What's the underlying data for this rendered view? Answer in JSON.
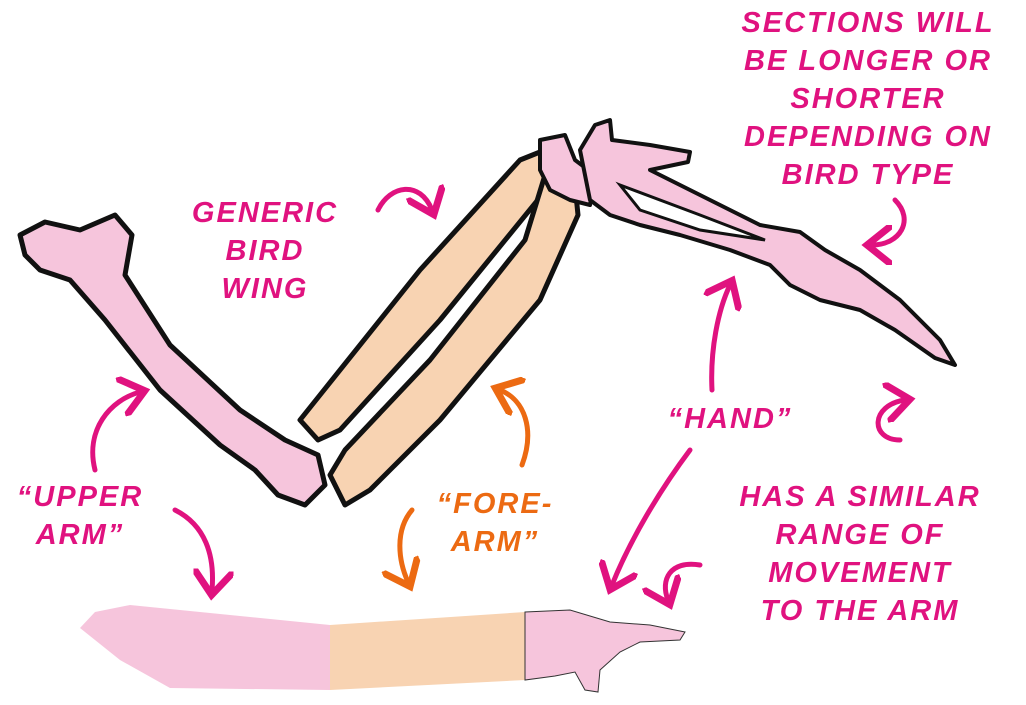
{
  "labels": {
    "sections_note": "SECTIONS WILL\nBE LONGER OR\nSHORTER\nDEPENDING ON\nBIRD TYPE",
    "generic_wing": "GENERIC\nBIRD\nWING",
    "upper_arm": "“UPPER\nARM”",
    "fore_arm": "“FORE-\nARM”",
    "hand": "“HAND”",
    "similar_range": "HAS A SIMILAR\nRANGE OF\nMOVEMENT\nTO THE ARM"
  },
  "colors": {
    "magenta": "#e0127f",
    "orange": "#ec6a12",
    "bone_pink": "#f6c5dc",
    "bone_peach": "#f8d3b2",
    "outline": "#111111"
  }
}
